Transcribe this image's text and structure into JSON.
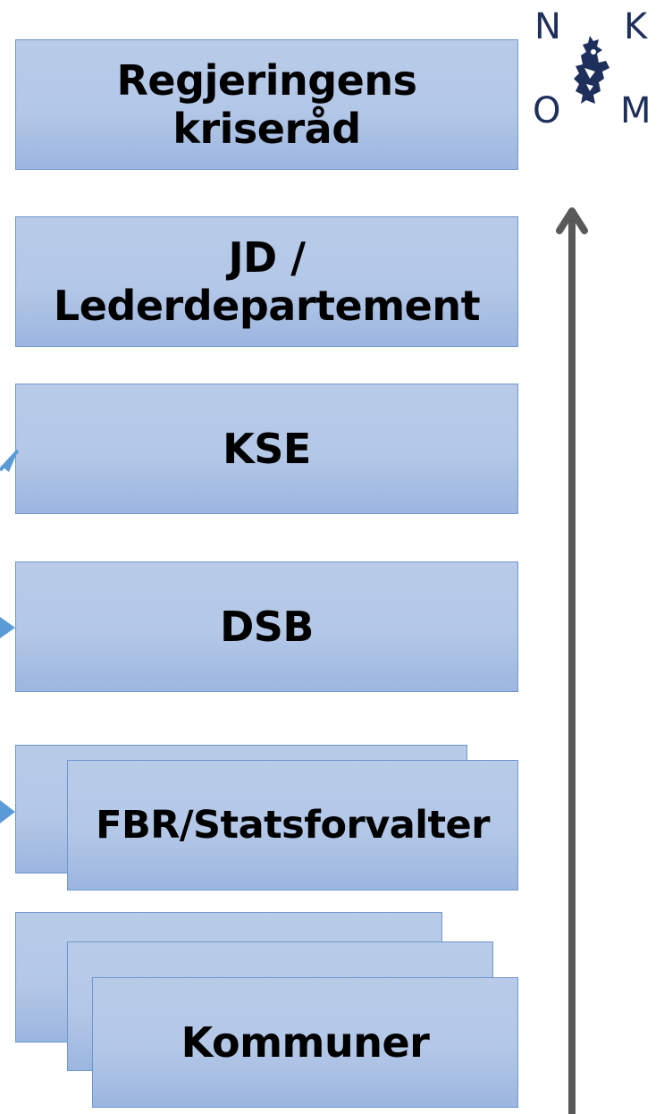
{
  "boxes": {
    "regjeringens": {
      "line1": "Regjeringens",
      "line2": "kriseråd"
    },
    "jd": {
      "line1": "JD /",
      "line2": "Lederdepartement"
    },
    "kse": {
      "label": "KSE"
    },
    "dsb": {
      "label": "DSB"
    },
    "fbr": {
      "label": "FBR/Statsforvalter"
    },
    "kommuner": {
      "label": "Kommuner"
    }
  },
  "logo": {
    "letters": [
      "N",
      "K",
      "O",
      "M"
    ],
    "icon": "norwegian-lion-crest-icon"
  },
  "colors": {
    "box_fill": "#b3c7e7",
    "box_border": "#6f97cf",
    "axis_arrow": "#595959",
    "side_arrow": "#5b9bd5",
    "logo": "#1f2f5c"
  }
}
